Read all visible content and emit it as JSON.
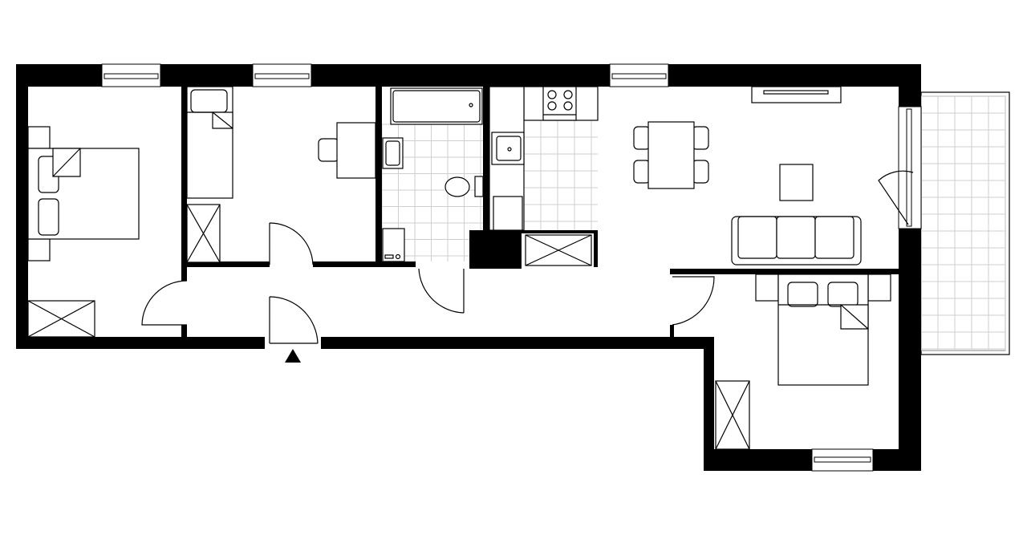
{
  "plan": {
    "colors": {
      "wall": "#000000",
      "background": "#ffffff",
      "tile_grid": "#cfcfcf"
    },
    "rooms": [
      "bedroom",
      "bedroom",
      "bathroom",
      "kitchen",
      "living-room",
      "bedroom",
      "hallway",
      "balcony"
    ],
    "icons": [
      "entrance-arrow-icon",
      "bed-icon",
      "wardrobe-icon",
      "desk-icon",
      "bathtub-icon",
      "toilet-icon",
      "sink-icon",
      "stove-icon",
      "sofa-icon",
      "dining-table-icon",
      "tv-icon"
    ]
  }
}
